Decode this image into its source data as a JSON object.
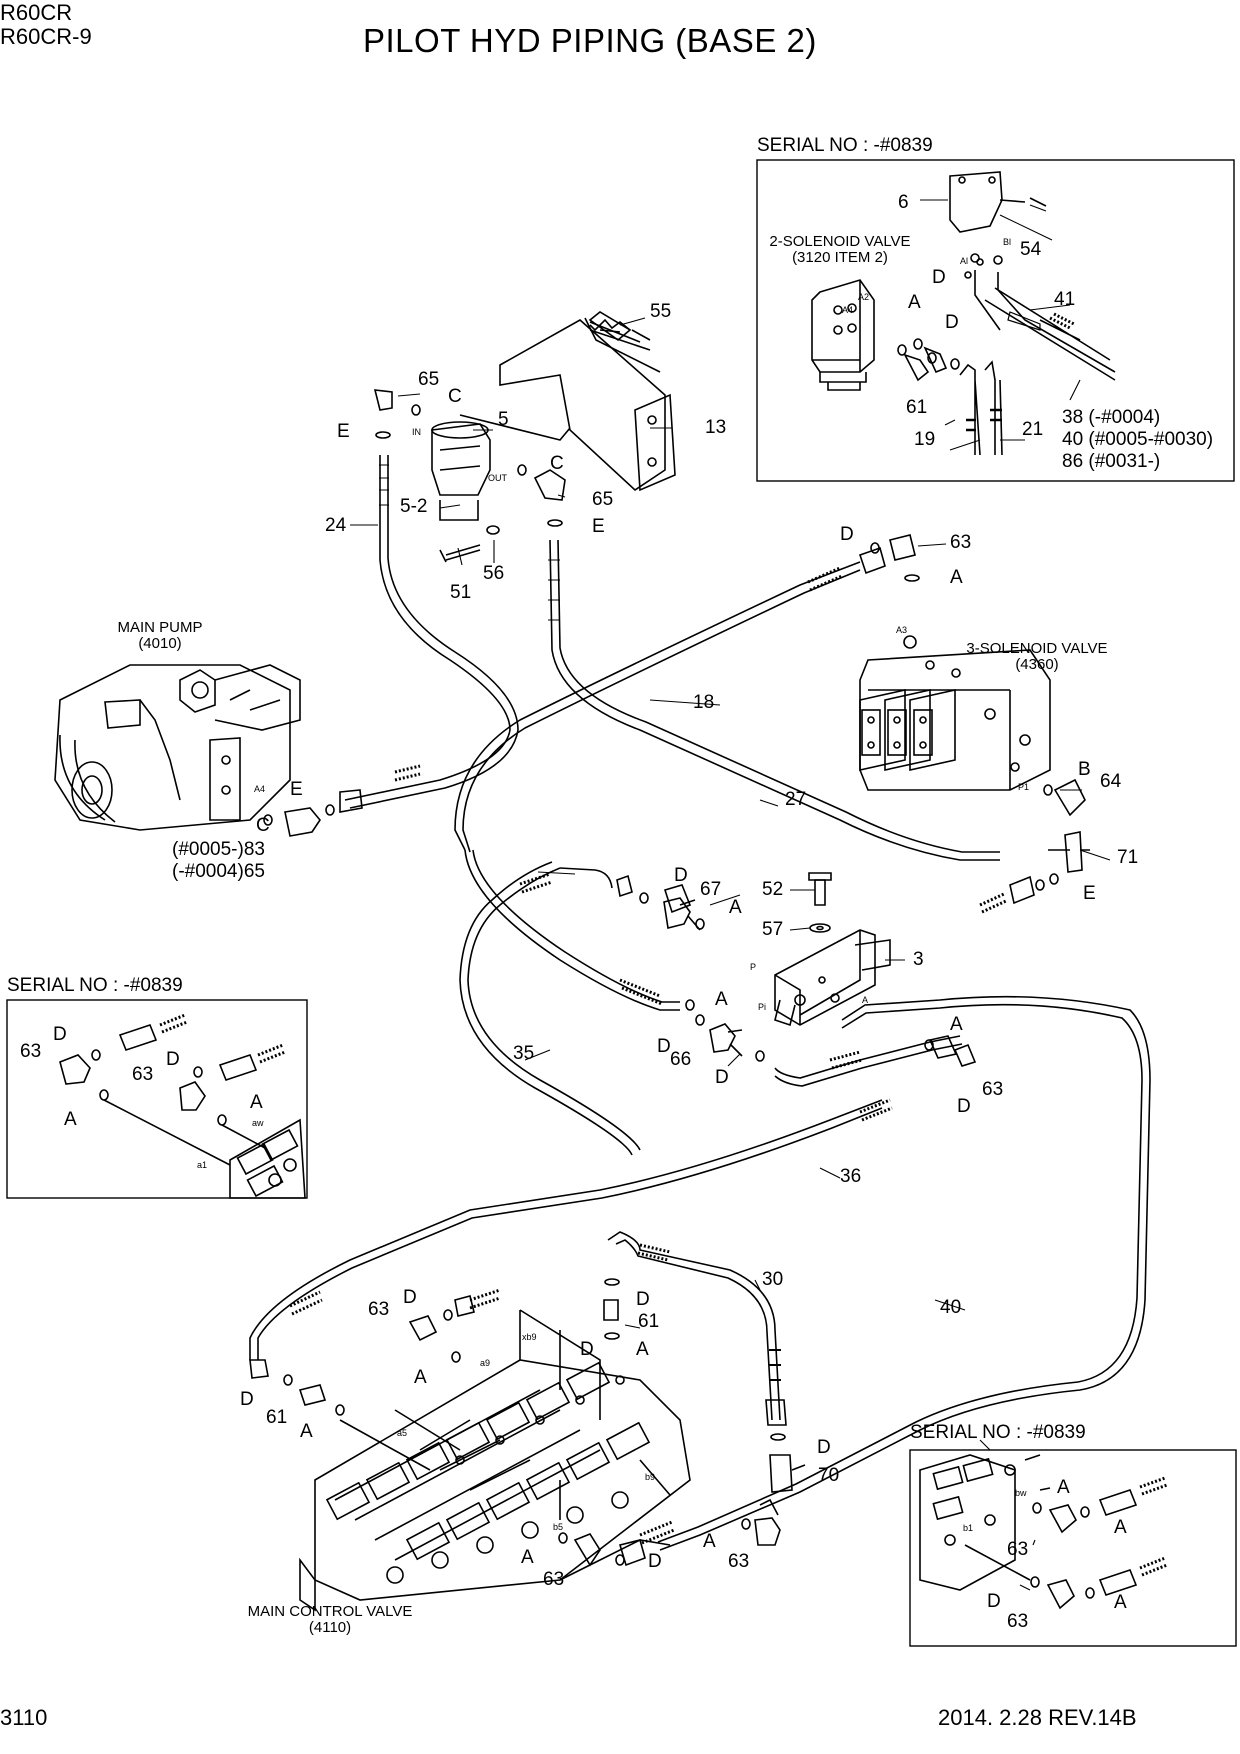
{
  "header": {
    "model1": "R60CR",
    "model2": "R60CR-9",
    "title": "PILOT HYD PIPING (BASE 2)"
  },
  "serials": {
    "top": "SERIAL NO : -#0839",
    "left": "SERIAL NO : -#0839",
    "right": "SERIAL NO : -#0839"
  },
  "components": {
    "two_solenoid": [
      "2-SOLENOID VALVE",
      "(3120 ITEM 2)"
    ],
    "three_solenoid": [
      "3-SOLENOID VALVE",
      "(4360)"
    ],
    "main_pump": [
      "MAIN PUMP",
      "(4010)"
    ],
    "main_control": [
      "MAIN CONTROL VALVE",
      "(4110)"
    ]
  },
  "notes": {
    "n38": "38 (-#0004)",
    "n40": "40 (#0005-#0030)",
    "n86": "86 (#0031-)",
    "n83": "(#0005-)83",
    "n65": "(-#0004)65"
  },
  "ports": [
    "A2",
    "A4",
    "Al",
    "Bl",
    "IN",
    "OUT",
    "A3",
    "P1",
    "A4",
    "P",
    "Pi",
    "A",
    "aw",
    "a1",
    "xb9",
    "a9",
    "a5",
    "b9",
    "b5",
    "bw",
    "b1"
  ],
  "callouts": [
    "6",
    "54",
    "41",
    "61",
    "19",
    "21",
    "55",
    "13",
    "65",
    "5",
    "5-2",
    "51",
    "56",
    "24",
    "65",
    "63",
    "18",
    "27",
    "64",
    "71",
    "67",
    "52",
    "57",
    "3",
    "66",
    "35",
    "36",
    "63",
    "63",
    "30",
    "61",
    "40",
    "63",
    "61",
    "70",
    "63",
    "63",
    "63",
    "63",
    "63"
  ],
  "letters": [
    "D",
    "A",
    "D",
    "C",
    "E",
    "C",
    "E",
    "D",
    "A",
    "B",
    "E",
    "C",
    "E",
    "D",
    "A",
    "A",
    "D",
    "D",
    "A",
    "D",
    "D",
    "A",
    "D",
    "A",
    "A",
    "D",
    "A",
    "D",
    "A",
    "A",
    "D",
    "A",
    "D",
    "D",
    "A",
    "A",
    "D",
    "A",
    "D"
  ],
  "footer": {
    "page": "3110",
    "date_rev": "2014. 2.28  REV.14B"
  }
}
